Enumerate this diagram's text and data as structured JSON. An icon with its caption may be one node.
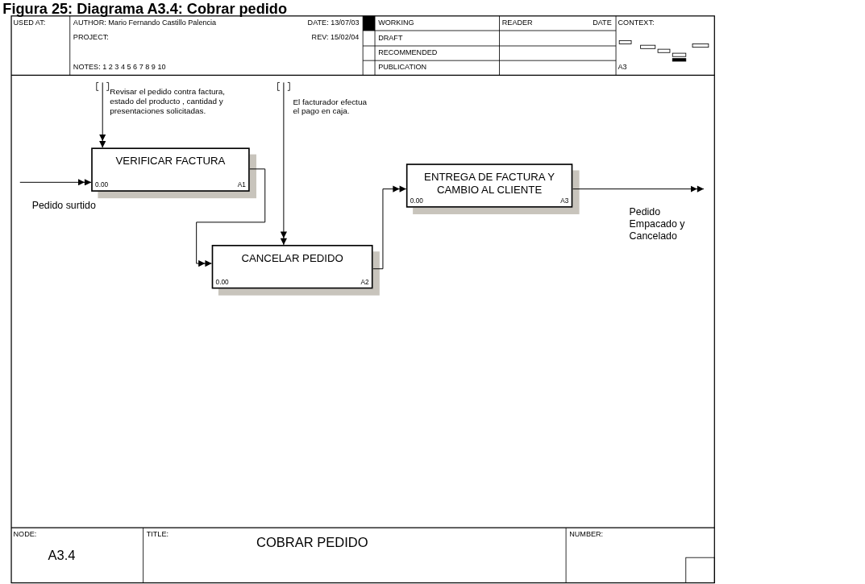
{
  "diagram": {
    "title": "Figura 25: Diagrama A3.4: Cobrar pedido",
    "nodes": [
      {
        "text": [
          "VERIFICAR FACTURA",
          "0.00",
          "A1"
        ]
      },
      {
        "text": [
          "CANCELAR PEDIDO",
          "0.00",
          "A2"
        ]
      },
      {
        "text": [
          "ENTREGA DE FACTURA Y CAMBIO AL CLIENTE",
          "0.00",
          "A3"
        ]
      }
    ],
    "edges": [
      {
        "from": null,
        "to": 0,
        "arrow": "to",
        "label": "Pedido surtido"
      },
      {
        "from": null,
        "to": 0,
        "arrow": "to",
        "label": "Revisar el pedido contra factura, estado del producto , cantidad y presentaciones solicitadas."
      },
      {
        "from": null,
        "to": 1,
        "arrow": "to",
        "label": "El facturador efectua el pago en caja."
      },
      {
        "from": 0,
        "to": 1,
        "arrow": "to"
      },
      {
        "from": 1,
        "to": 2,
        "arrow": "to"
      },
      {
        "from": 2,
        "to": null,
        "arrow": "to",
        "label": "Pedido Empacado y Cancelado"
      }
    ],
    "labels": [
      "USED AT:",
      "AUTHOR: Mario Fernando Castillo Palencia",
      "DATE: 13/07/03",
      "PROJECT:",
      "REV: 15/02/04",
      "NOTES: 1 2 3 4 5 6 7 8 9 10",
      "WORKING",
      "DRAFT",
      "RECOMMENDED",
      "PUBLICATION",
      "READER",
      "DATE",
      "CONTEXT:",
      "A3",
      "NODE:",
      "A3.4",
      "TITLE:",
      "COBRAR PEDIDO",
      "NUMBER:"
    ]
  }
}
